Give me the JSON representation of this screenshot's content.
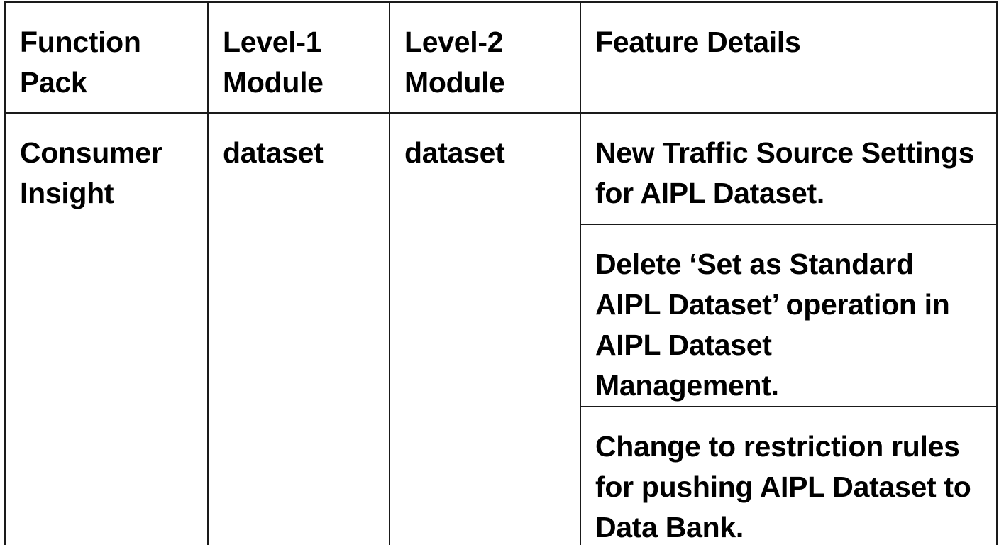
{
  "table": {
    "headers": {
      "function_pack": "Function Pack",
      "level1_module": "Level-1 Module",
      "level2_module": "Level-2 Module",
      "feature_details": "Feature Details"
    },
    "row": {
      "function_pack": "Consumer Insight",
      "level1_module": "dataset",
      "level2_module": "dataset",
      "features": [
        "New Traffic Source Settings for AIPL Dataset.",
        "Delete ‘Set as Standard AIPL Dataset’ operation in AIPL Dataset Management.",
        "Change to restriction rules for pushing AIPL Dataset to Data Bank."
      ]
    }
  }
}
